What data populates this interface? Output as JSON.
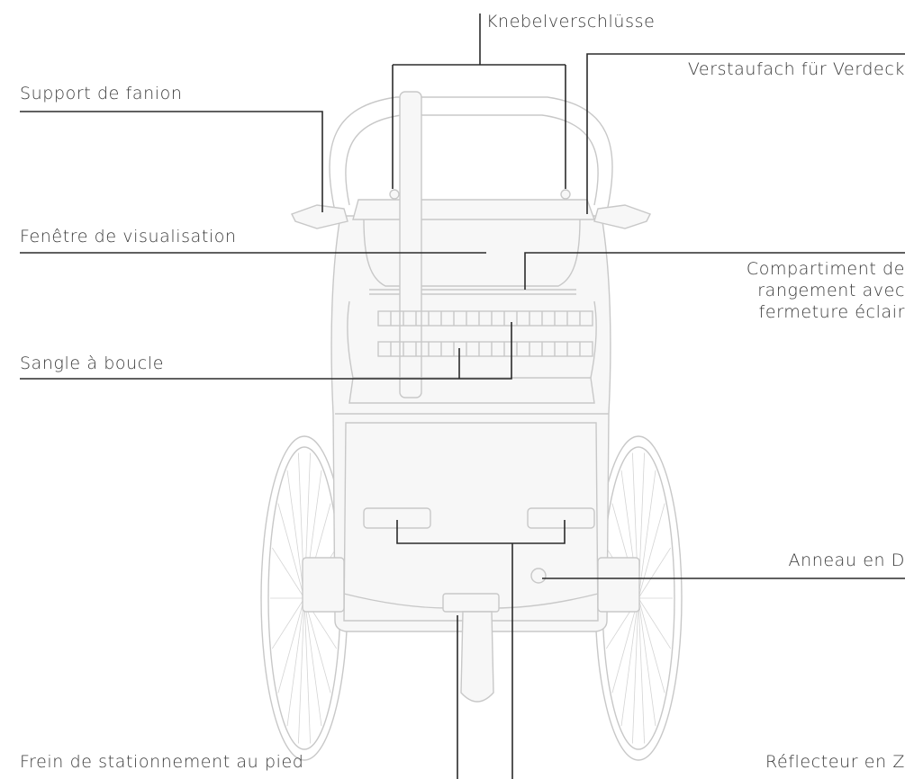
{
  "labels": {
    "knebel": "Knebelverschlüsse",
    "verstaufach": "Verstaufach für Verdeck",
    "support_fanion": "Support de fanion",
    "fenetre": "Fenêtre de visualisation",
    "compartiment_1": "Compartiment de",
    "compartiment_2": "rangement avec",
    "compartiment_3": "fermeture éclair",
    "sangle": "Sangle à boucle",
    "anneau": "Anneau en D",
    "frein": "Frein de stationnement au pied",
    "reflecteur": "Réflecteur en Z"
  },
  "colors": {
    "leader": "#2b2b2b",
    "drawing": "#c8c8c8",
    "text": "#3a3a3a"
  }
}
